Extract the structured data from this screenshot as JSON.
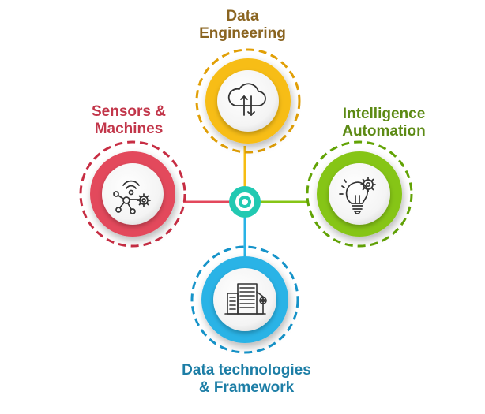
{
  "colors": {
    "background": "#ffffff",
    "yellow": "#f7bd12",
    "yellow_dark": "#e19f05",
    "red": "#e3485c",
    "red_dark": "#c72d43",
    "green": "#86c516",
    "green_dark": "#62a305",
    "blue": "#29b3e6",
    "blue_dark": "#1593c9",
    "teal": "#22c9b2",
    "icon_stroke": "#333333",
    "label_top": "#8a6420",
    "label_left": "#c2364a",
    "label_right": "#5c8a14",
    "label_bottom": "#1d7ea6"
  },
  "nodes": {
    "top": {
      "lines": [
        "Data",
        "Engineering"
      ],
      "icon": "cloud-sync-icon"
    },
    "left": {
      "lines": [
        "Sensors &",
        "Machines"
      ],
      "icon": "wireless-network-gear-icon"
    },
    "right": {
      "lines": [
        "Intelligence",
        "Automation"
      ],
      "icon": "lightbulb-gear-icon"
    },
    "bottom": {
      "lines": [
        "Data technologies",
        "& Framework"
      ],
      "icon": "server-rack-icon"
    }
  },
  "center": {
    "icon": "hub-target-icon"
  }
}
